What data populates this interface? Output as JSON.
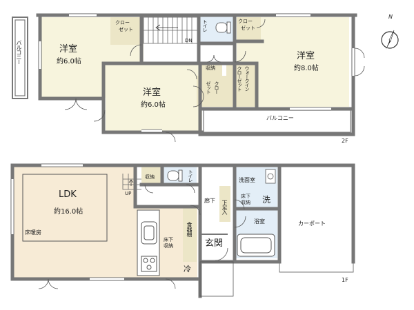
{
  "colors": {
    "wall": "#777777",
    "floor_living": "#f7ebd6",
    "floor_room": "#f7f4dd",
    "floor_closet": "#ece6c7",
    "floor_wet": "#e3eef7",
    "floor_plain": "#ffffff",
    "heating_outline": "#555555"
  },
  "floor2": {
    "label": "2F",
    "room_nw": {
      "name": "洋室",
      "size": "約6.0帖"
    },
    "room_center": {
      "name": "洋室",
      "size": "約6.0帖"
    },
    "room_east": {
      "name": "洋室",
      "size": "約8.0帖"
    },
    "balcony_west": "バルコニー",
    "balcony_south": "バルコニー",
    "closet_nw": [
      "クロー",
      "ゼット"
    ],
    "closet_ne": [
      "クロー",
      "ゼット"
    ],
    "closet_center": [
      "クロー",
      "ゼット"
    ],
    "storage": "収納",
    "walk_in_closet": [
      "ウォークイン",
      "クローゼット"
    ],
    "toilet": "トイレ",
    "stairs_dn": "DN"
  },
  "floor1": {
    "label": "1F",
    "ldk": {
      "name": "LDK",
      "size": "約16.0帖"
    },
    "floor_heating": "床暖房",
    "storage": "収納",
    "toilet": "トイレ",
    "stairs_up": "UP",
    "hallway": "廊下",
    "shoe_box": "下足入",
    "washroom": "洗面室",
    "underfloor_storage_wash": [
      "床下",
      "収納"
    ],
    "washer": "洗",
    "bathroom": "浴室",
    "entrance": "玄関",
    "pantry": "食器棚",
    "underfloor_storage_kitchen": [
      "床下",
      "収納"
    ],
    "fridge": "冷",
    "carport": "カーポート"
  },
  "compass": {
    "north_label": "N",
    "icon": "north-arrow-icon"
  }
}
